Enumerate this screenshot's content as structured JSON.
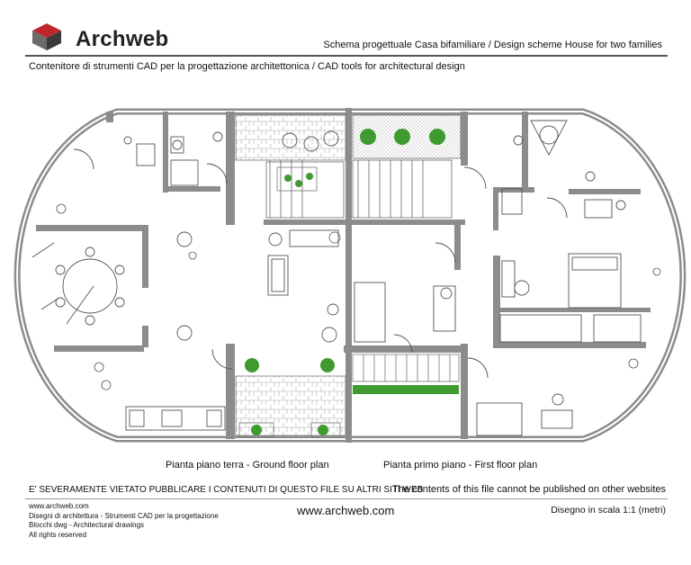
{
  "brand": {
    "name": "Archweb"
  },
  "header": {
    "title": "Schema progettuale Casa bifamiliare  /  Design scheme House for two families",
    "subtitle": "Contenitore di strumenti CAD per la progettazione architettonica  /  CAD tools for architectural design"
  },
  "plans": {
    "ground_caption": "Pianta piano terra - Ground floor plan",
    "first_caption": "Pianta primo piano - First floor plan"
  },
  "notices": {
    "italian": "E' SEVERAMENTE VIETATO PUBBLICARE I CONTENUTI DI QUESTO FILE SU ALTRI SITI WEB",
    "english": "The contents of this file cannot be published on other websites"
  },
  "footer": {
    "lines": [
      "www.archweb.com",
      "Disegni di architettura - Strumenti CAD  per la progettazione",
      "Blocchi dwg - Architectural drawings",
      "All rights reserved"
    ],
    "url": "www.archweb.com",
    "scale": "Disegno in scala 1:1 (metri)"
  },
  "colors": {
    "wall": "#8c8c8c",
    "plant": "#3f9a2f",
    "logo_red": "#c0272d",
    "logo_grey": "#6b6b6b"
  }
}
